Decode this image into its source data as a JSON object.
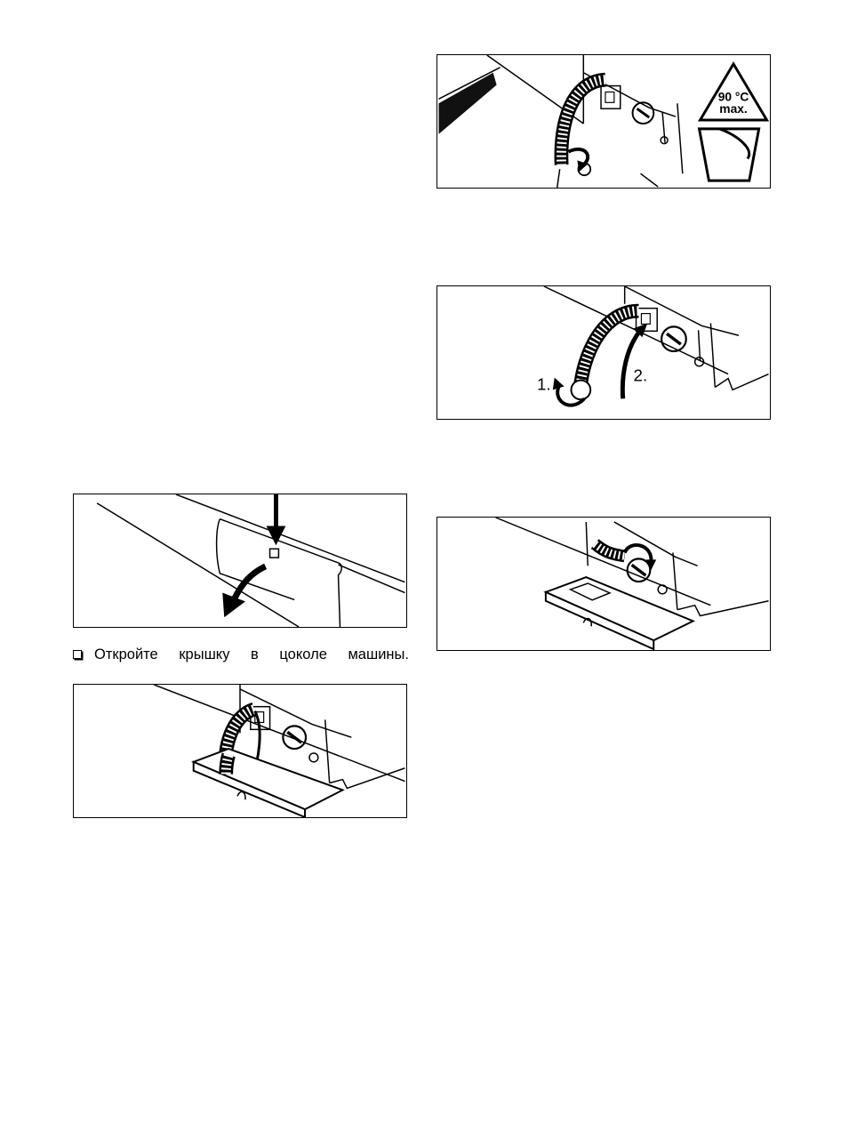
{
  "figures": [
    {
      "id": "fig-1",
      "symbol_label_line1": "90 °C",
      "symbol_label_line2": "max."
    },
    {
      "id": "fig-2",
      "step_1_label": "1.",
      "step_2_label": "2."
    },
    {
      "id": "fig-3"
    },
    {
      "id": "fig-4"
    },
    {
      "id": "fig-5"
    }
  ],
  "caption": {
    "bullet_icon": "checkbox-bullet-icon",
    "text": "Откройте крышку в цоколе машины."
  }
}
